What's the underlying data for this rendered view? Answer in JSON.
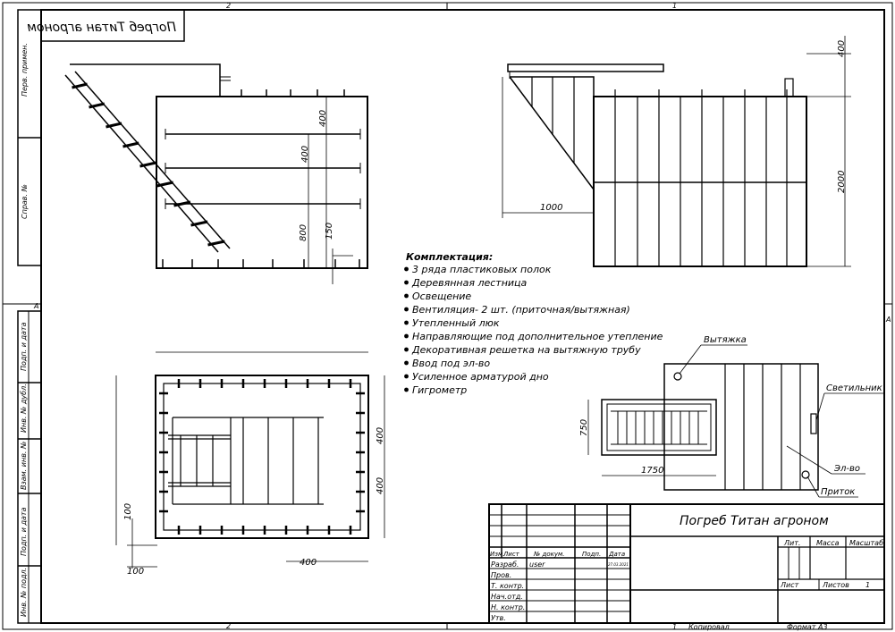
{
  "frame": {
    "top_zone_left": "2",
    "top_zone_right": "1",
    "side_zone_left": "A",
    "side_zone_right": "A",
    "bottom_zone_left": "2",
    "bottom_zone_right": "1",
    "mirrored_title": "Погреб Титан агроном",
    "side_fields": [
      "Перв. примен.",
      "Справ. №",
      "Подп. и дата",
      "Инв. № дубл.",
      "Взам. инв. №",
      "Подп. и дата",
      "Инв. № подл."
    ],
    "copied_label": "Копировал",
    "format_label": "Формат А3"
  },
  "dimensions": {
    "shelf_400_a": "400",
    "shelf_400_b": "400",
    "shelf_800": "800",
    "shelf_150": "150",
    "side_400": "400",
    "side_2000": "2000",
    "side_1000": "1000",
    "plan_400_a": "400",
    "plan_400_b": "400",
    "plan_100_v": "100",
    "plan_100_h": "100",
    "plan_400_bottom": "400",
    "hatch_750": "750",
    "hatch_1750": "1750"
  },
  "equipment": {
    "title": "Комплектация:",
    "items": [
      "3 ряда пластиковых полок",
      "Деревянная лестница",
      "Освещение",
      "Вентиляция- 2 шт. (приточная/вытяжная)",
      "Утепленный люк",
      "Направляющие под дополнительное утепление",
      "Декоративная решетка на вытяжную трубу",
      "Ввод под эл-во",
      "Усиленное арматурой дно",
      "Гигрометр"
    ]
  },
  "callouts": {
    "exhaust": "Вытяжка",
    "lamp": "Светильник",
    "electric": "Эл-во",
    "intake": "Приток"
  },
  "title_block": {
    "name": "Погреб Титан агроном",
    "col_izm": "Изм.",
    "col_list": "Лист",
    "col_doc": "№ докум.",
    "col_sign": "Подп.",
    "col_date": "Дата",
    "row_razrab": "Разраб.",
    "razrab_user": "user",
    "razrab_date": "27.03.2021",
    "row_prov": "Пров.",
    "row_tkontr": "Т. контр.",
    "row_nachotd": "Нач.отд.",
    "row_nkontr": "Н. контр.",
    "row_utv": "Утв.",
    "lit": "Лит.",
    "mass": "Масса",
    "scale": "Масштаб",
    "sheet": "Лист",
    "sheets": "Листов",
    "sheets_count": "1"
  }
}
